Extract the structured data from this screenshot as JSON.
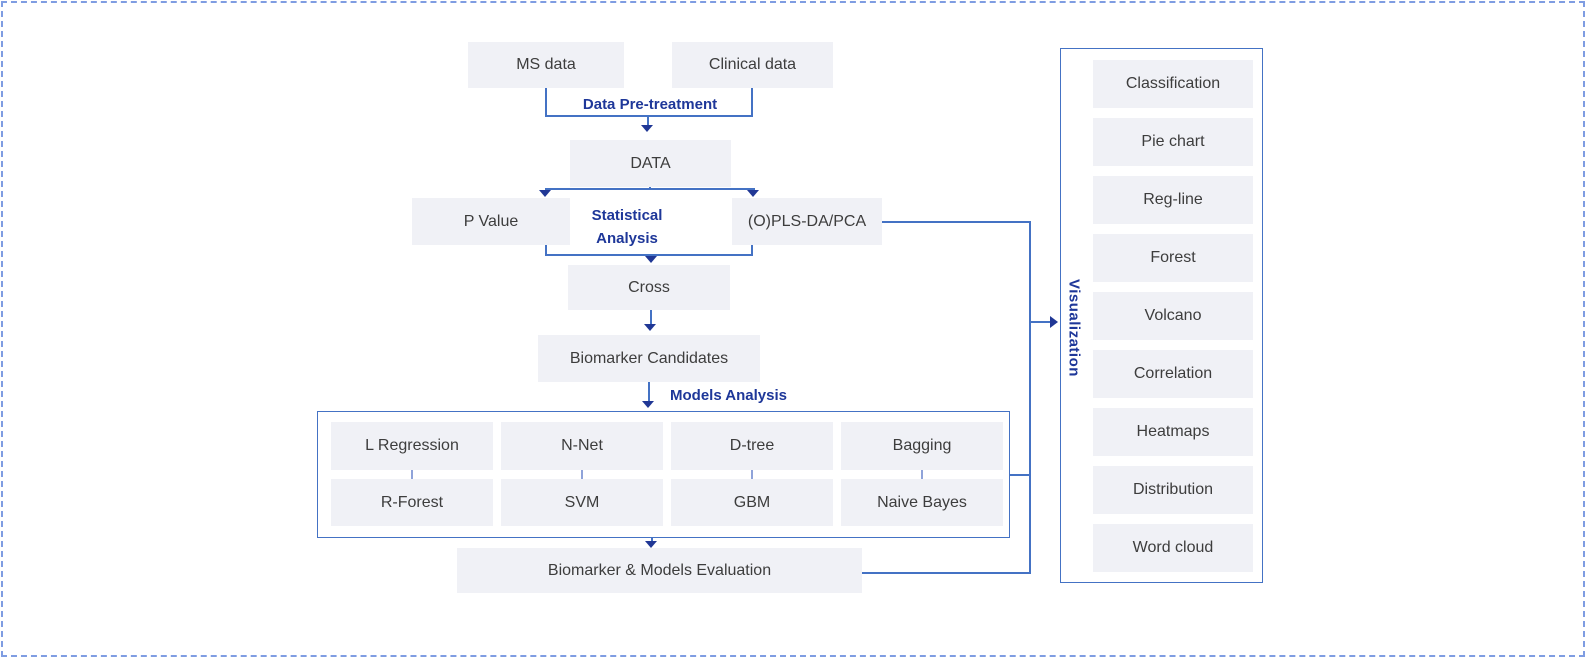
{
  "diagram": {
    "nodes": {
      "ms_data": "MS data",
      "clinical_data": "Clinical data",
      "data": "DATA",
      "p_value": "P Value",
      "opls_da_pca": "(O)PLS-DA/PCA",
      "cross": "Cross",
      "biomarker_candidates": "Biomarker Candidates",
      "evaluation": "Biomarker & Models Evaluation"
    },
    "stage_labels": {
      "pretreatment": "Data Pre-treatment",
      "statistical_line1": "Statistical",
      "statistical_line2": "Analysis",
      "models_analysis": "Models Analysis",
      "visualization": "Visualization"
    },
    "models": {
      "row1": [
        "L Regression",
        "N-Net",
        "D-tree",
        "Bagging"
      ],
      "row2": [
        "R-Forest",
        "SVM",
        "GBM",
        "Naive Bayes"
      ]
    },
    "visualization_items": [
      "Classification",
      "Pie chart",
      "Reg-line",
      "Forest",
      "Volcano",
      "Correlation",
      "Heatmaps",
      "Distribution",
      "Word cloud"
    ],
    "colors": {
      "connector_line": "#4472c4",
      "arrowhead": "#203795",
      "stage_label_text": "#1e3799",
      "node_fill": "#f0f1f6",
      "node_text": "#3d3d3d",
      "selection_border": "#7f9de2"
    }
  }
}
